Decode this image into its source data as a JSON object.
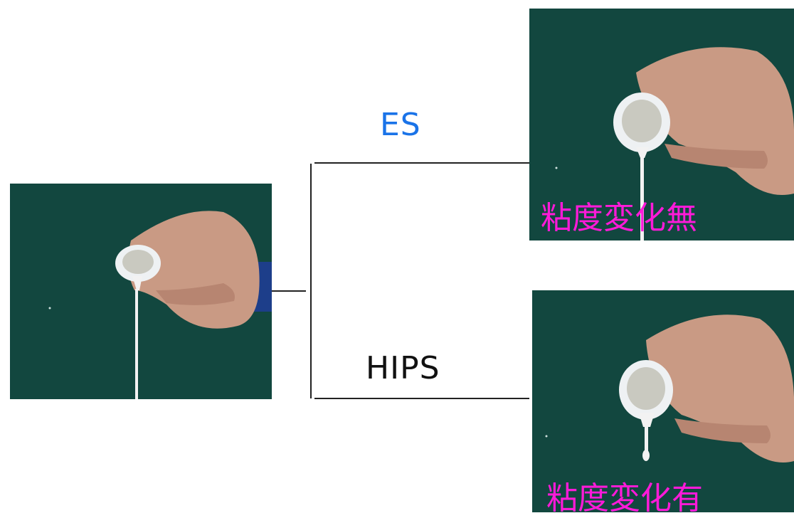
{
  "branches": {
    "es": {
      "label": "ES",
      "result": "粘度変化無",
      "color": "#1a73e8"
    },
    "hips": {
      "label": "HIPS",
      "result": "粘度変化有",
      "color": "#111111"
    }
  },
  "result_color": "#ff1ad9",
  "photo_background": "#12473f"
}
